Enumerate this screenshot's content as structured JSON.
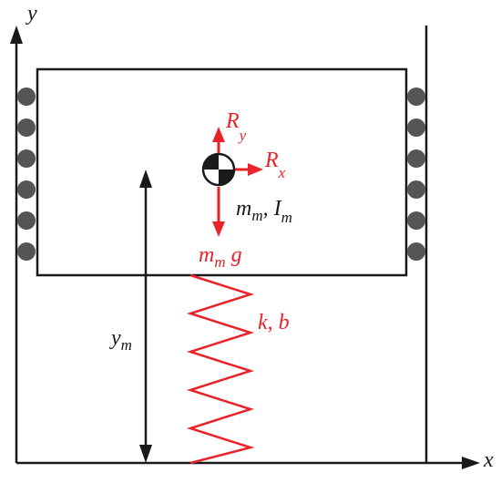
{
  "axes": {
    "x_label": "x",
    "y_label": "y"
  },
  "forces": {
    "reaction_y": {
      "base": "R",
      "sub": "y"
    },
    "reaction_x": {
      "base": "R",
      "sub": "x"
    },
    "weight": {
      "base": "m",
      "sub": "m",
      "tail": " g"
    }
  },
  "mass_label": {
    "m_base": "m",
    "m_sub": "m",
    "sep": ", ",
    "i_base": "I",
    "i_sub": "m"
  },
  "spring_label": "k, b",
  "displacement_label": {
    "base": "y",
    "sub": "m"
  },
  "colors": {
    "structure": "#1a1a1a",
    "force": "#e8232a",
    "roller": "#555555"
  },
  "icons": {
    "center_of_mass": "center-of-mass-icon",
    "roller": "roller-icon"
  }
}
